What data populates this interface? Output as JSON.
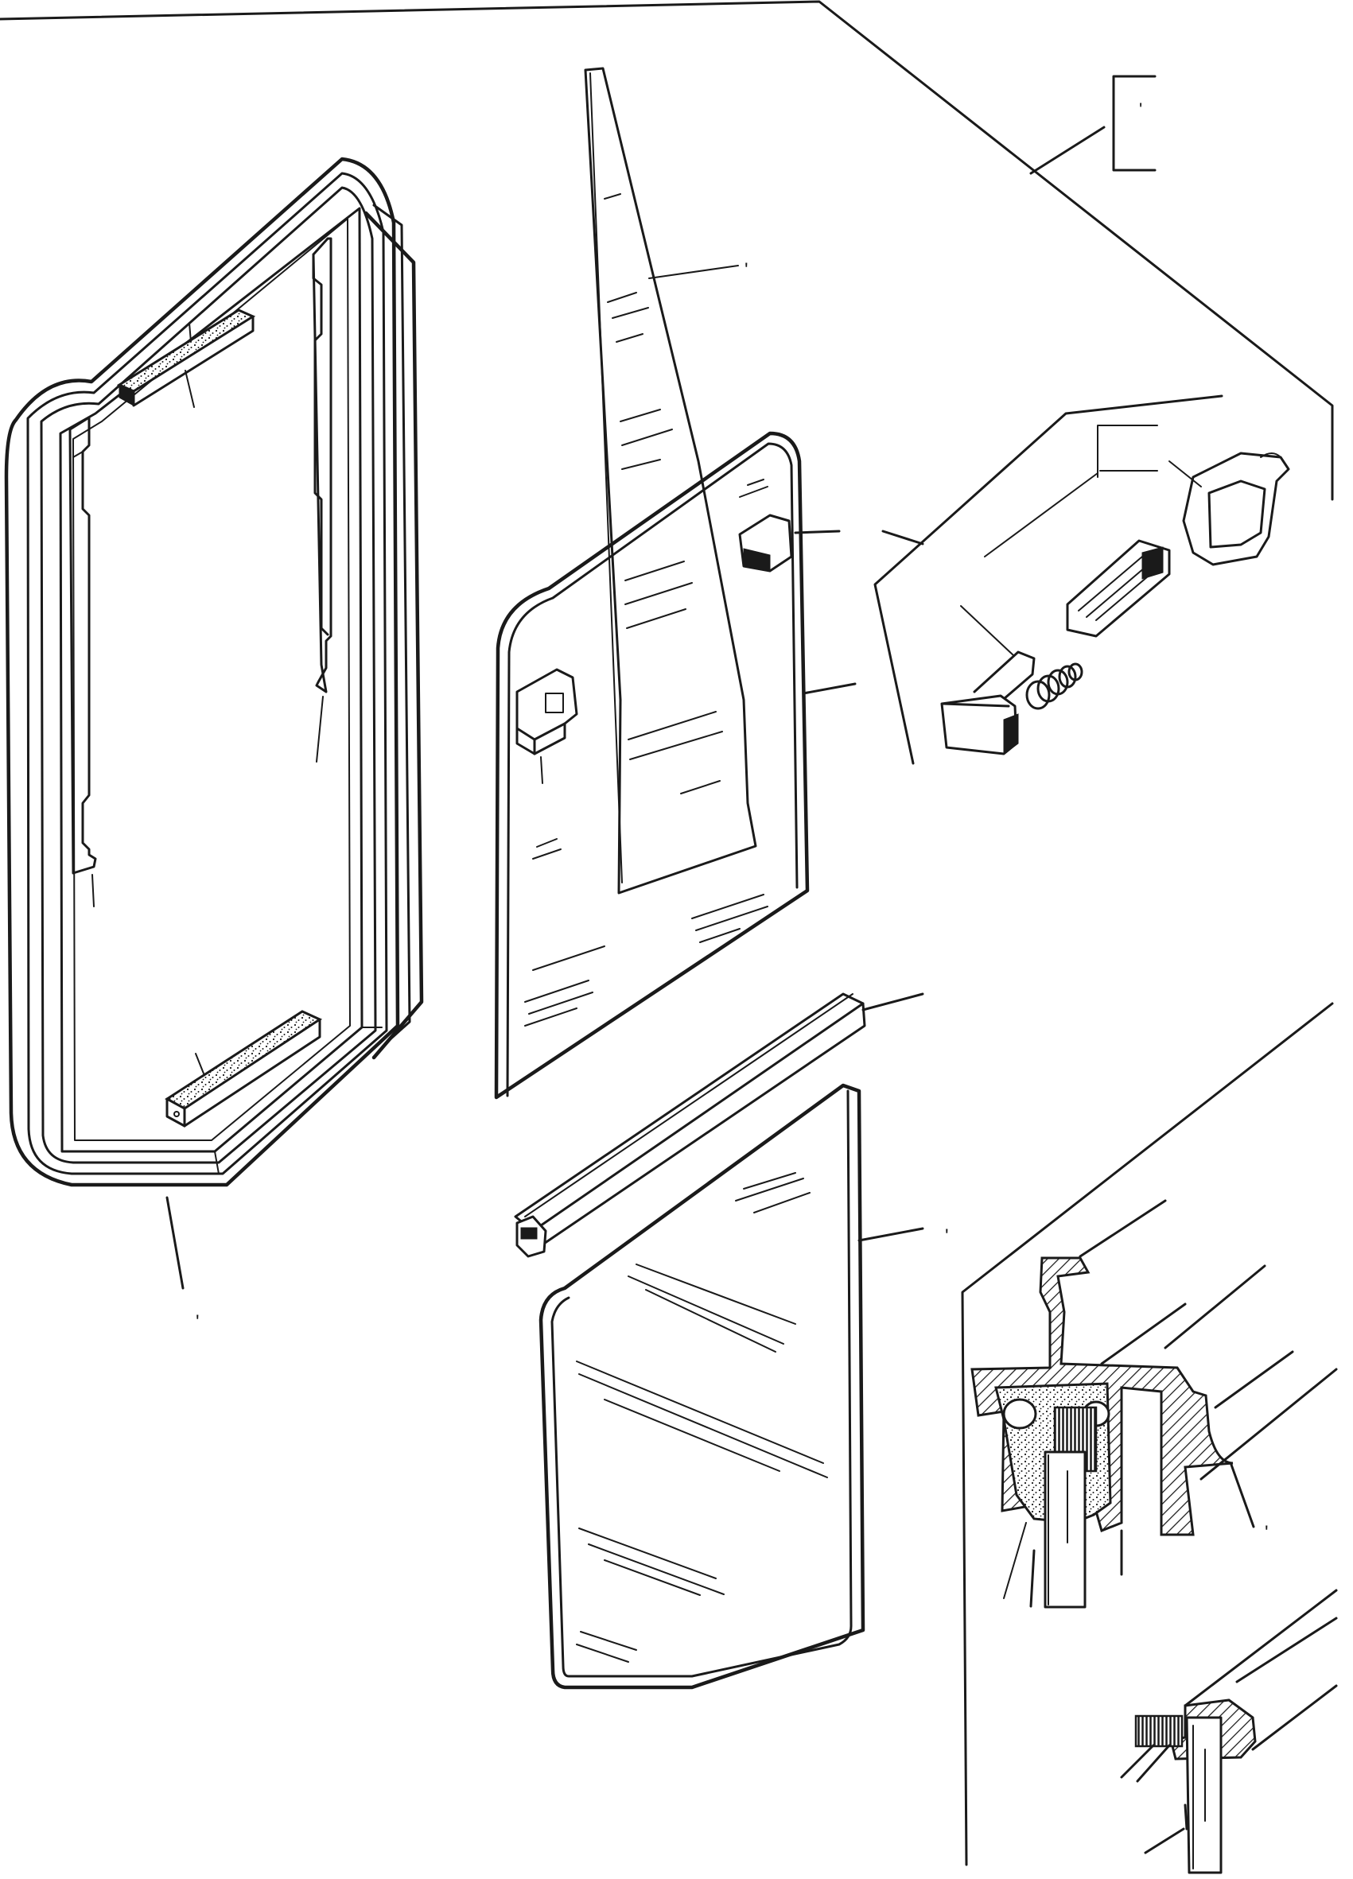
{
  "drawing": {
    "callouts": [
      {
        "id": "ref-box",
        "label": "'"
      },
      {
        "id": "fixed-glass",
        "label": "'"
      },
      {
        "id": "frame",
        "label": "'"
      },
      {
        "id": "sliding-glass",
        "label": "'"
      },
      {
        "id": "seal-section",
        "label": "'"
      }
    ],
    "colors": {
      "ink": "#1a1a1a",
      "paper": "#ffffff"
    }
  }
}
